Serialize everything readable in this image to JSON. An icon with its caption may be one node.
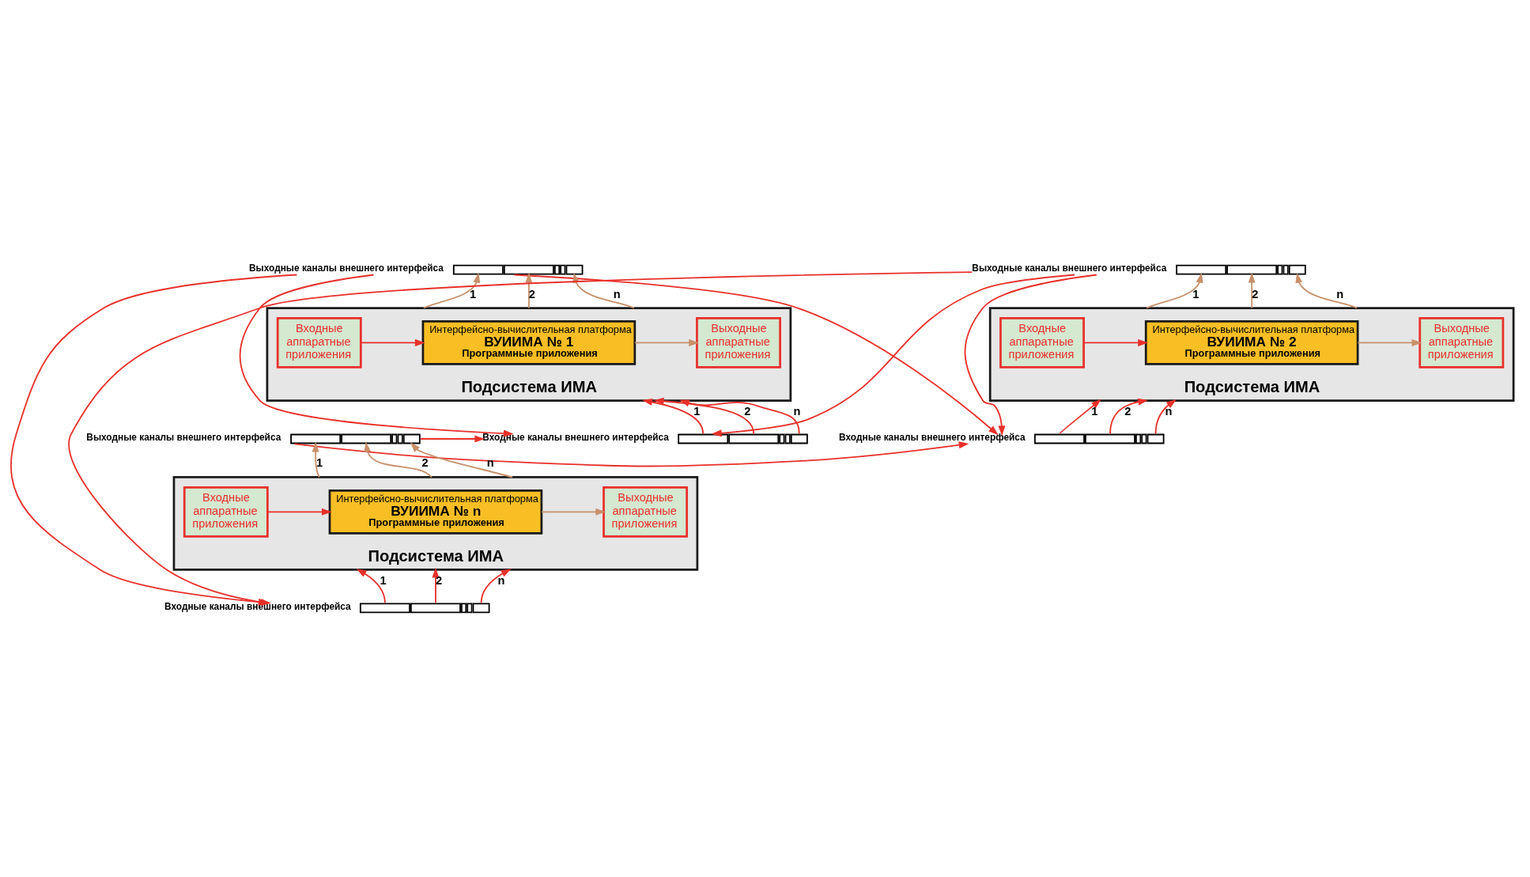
{
  "diagram": {
    "nodes": [
      {
        "text": [],
        "shape": "bar",
        "beside": [
          "Выходные каналы внешнего интерфейса"
        ]
      },
      {
        "text": [
          "Подсистема ИМА"
        ]
      },
      {
        "text": [
          "Входные аппаратные приложения"
        ],
        "in": 1
      },
      {
        "text": [
          "Интерфейсно-вычислительная платформа",
          "ВУИИМА № 1",
          "Программные приложения"
        ],
        "in": 1
      },
      {
        "text": [
          "Выходные аппаратные приложения"
        ],
        "in": 1
      },
      {
        "text": [],
        "shape": "bar",
        "beside": [
          "Входные каналы внешнего интерфейса"
        ]
      },
      {
        "text": [],
        "shape": "bar",
        "beside": [
          "Выходные каналы внешнего интерфейса"
        ]
      },
      {
        "text": [
          "Подсистема ИМА"
        ]
      },
      {
        "text": [
          "Входные аппаратные приложения"
        ],
        "in": 7
      },
      {
        "text": [
          "Интерфейсно-вычислительная платформа",
          "ВУИИМА № 2",
          "Программные приложения"
        ],
        "in": 7
      },
      {
        "text": [
          "Выходные аппаратные приложения"
        ],
        "in": 7
      },
      {
        "text": [],
        "shape": "bar",
        "beside": [
          "Входные каналы внешнего интерфейса"
        ]
      },
      {
        "text": [],
        "shape": "bar",
        "beside": [
          "Выходные каналы внешнего интерфейса"
        ]
      },
      {
        "text": [
          "Подсистема ИМА"
        ]
      },
      {
        "text": [
          "Входные аппаратные приложения"
        ],
        "in": 13
      },
      {
        "text": [
          "Интерфейсно-вычислительная платформа",
          "ВУИИМА № n",
          "Программные приложения"
        ],
        "in": 13
      },
      {
        "text": [
          "Выходные аппаратные приложения"
        ],
        "in": 13
      },
      {
        "text": [],
        "shape": "bar",
        "beside": [
          "Входные каналы внешнего интерфейса"
        ]
      }
    ],
    "edges": [
      {
        "from": 1,
        "to": 0,
        "arrow": "to",
        "label": "1",
        "color": "#c8906a"
      },
      {
        "from": 1,
        "to": 0,
        "arrow": "to",
        "label": "2",
        "color": "#c8906a"
      },
      {
        "from": 1,
        "to": 0,
        "arrow": "to",
        "label": "n",
        "color": "#c8906a"
      },
      {
        "from": 2,
        "to": 3,
        "arrow": "to"
      },
      {
        "from": 3,
        "to": 4,
        "arrow": "to",
        "color": "#c8906a"
      },
      {
        "from": 5,
        "to": 1,
        "arrow": "to",
        "label": "1"
      },
      {
        "from": 5,
        "to": 1,
        "arrow": "to",
        "label": "2"
      },
      {
        "from": 5,
        "to": 1,
        "arrow": "to",
        "label": "n"
      },
      {
        "from": 7,
        "to": 6,
        "arrow": "to",
        "label": "1",
        "color": "#c8906a"
      },
      {
        "from": 7,
        "to": 6,
        "arrow": "to",
        "label": "2",
        "color": "#c8906a"
      },
      {
        "from": 7,
        "to": 6,
        "arrow": "to",
        "label": "n",
        "color": "#c8906a"
      },
      {
        "from": 8,
        "to": 9,
        "arrow": "to"
      },
      {
        "from": 9,
        "to": 10,
        "arrow": "to",
        "color": "#c8906a"
      },
      {
        "from": 11,
        "to": 7,
        "arrow": "to",
        "label": "1"
      },
      {
        "from": 11,
        "to": 7,
        "arrow": "to",
        "label": "2"
      },
      {
        "from": 11,
        "to": 7,
        "arrow": "to",
        "label": "n"
      },
      {
        "from": 13,
        "to": 12,
        "arrow": "to",
        "label": "1",
        "color": "#c8906a"
      },
      {
        "from": 13,
        "to": 12,
        "arrow": "to",
        "label": "2",
        "color": "#c8906a"
      },
      {
        "from": 13,
        "to": 12,
        "arrow": "to",
        "label": "n",
        "color": "#c8906a"
      },
      {
        "from": 14,
        "to": 15,
        "arrow": "to"
      },
      {
        "from": 15,
        "to": 16,
        "arrow": "to",
        "color": "#c8906a"
      },
      {
        "from": 17,
        "to": 13,
        "arrow": "to",
        "label": "1"
      },
      {
        "from": 17,
        "to": 13,
        "arrow": "to",
        "label": "2"
      },
      {
        "from": 17,
        "to": 13,
        "arrow": "to",
        "label": "n"
      },
      {
        "from": 0,
        "to": 5,
        "arrow": "to"
      },
      {
        "from": 0,
        "to": 11,
        "arrow": "to"
      },
      {
        "from": 0,
        "to": 17,
        "arrow": "to"
      },
      {
        "from": 6,
        "to": 5,
        "arrow": "to"
      },
      {
        "from": 6,
        "to": 11,
        "arrow": "to"
      },
      {
        "from": 6,
        "to": 17,
        "arrow": "to"
      },
      {
        "from": 12,
        "to": 5,
        "arrow": "to"
      },
      {
        "from": 12,
        "to": 11,
        "arrow": "to"
      }
    ]
  }
}
